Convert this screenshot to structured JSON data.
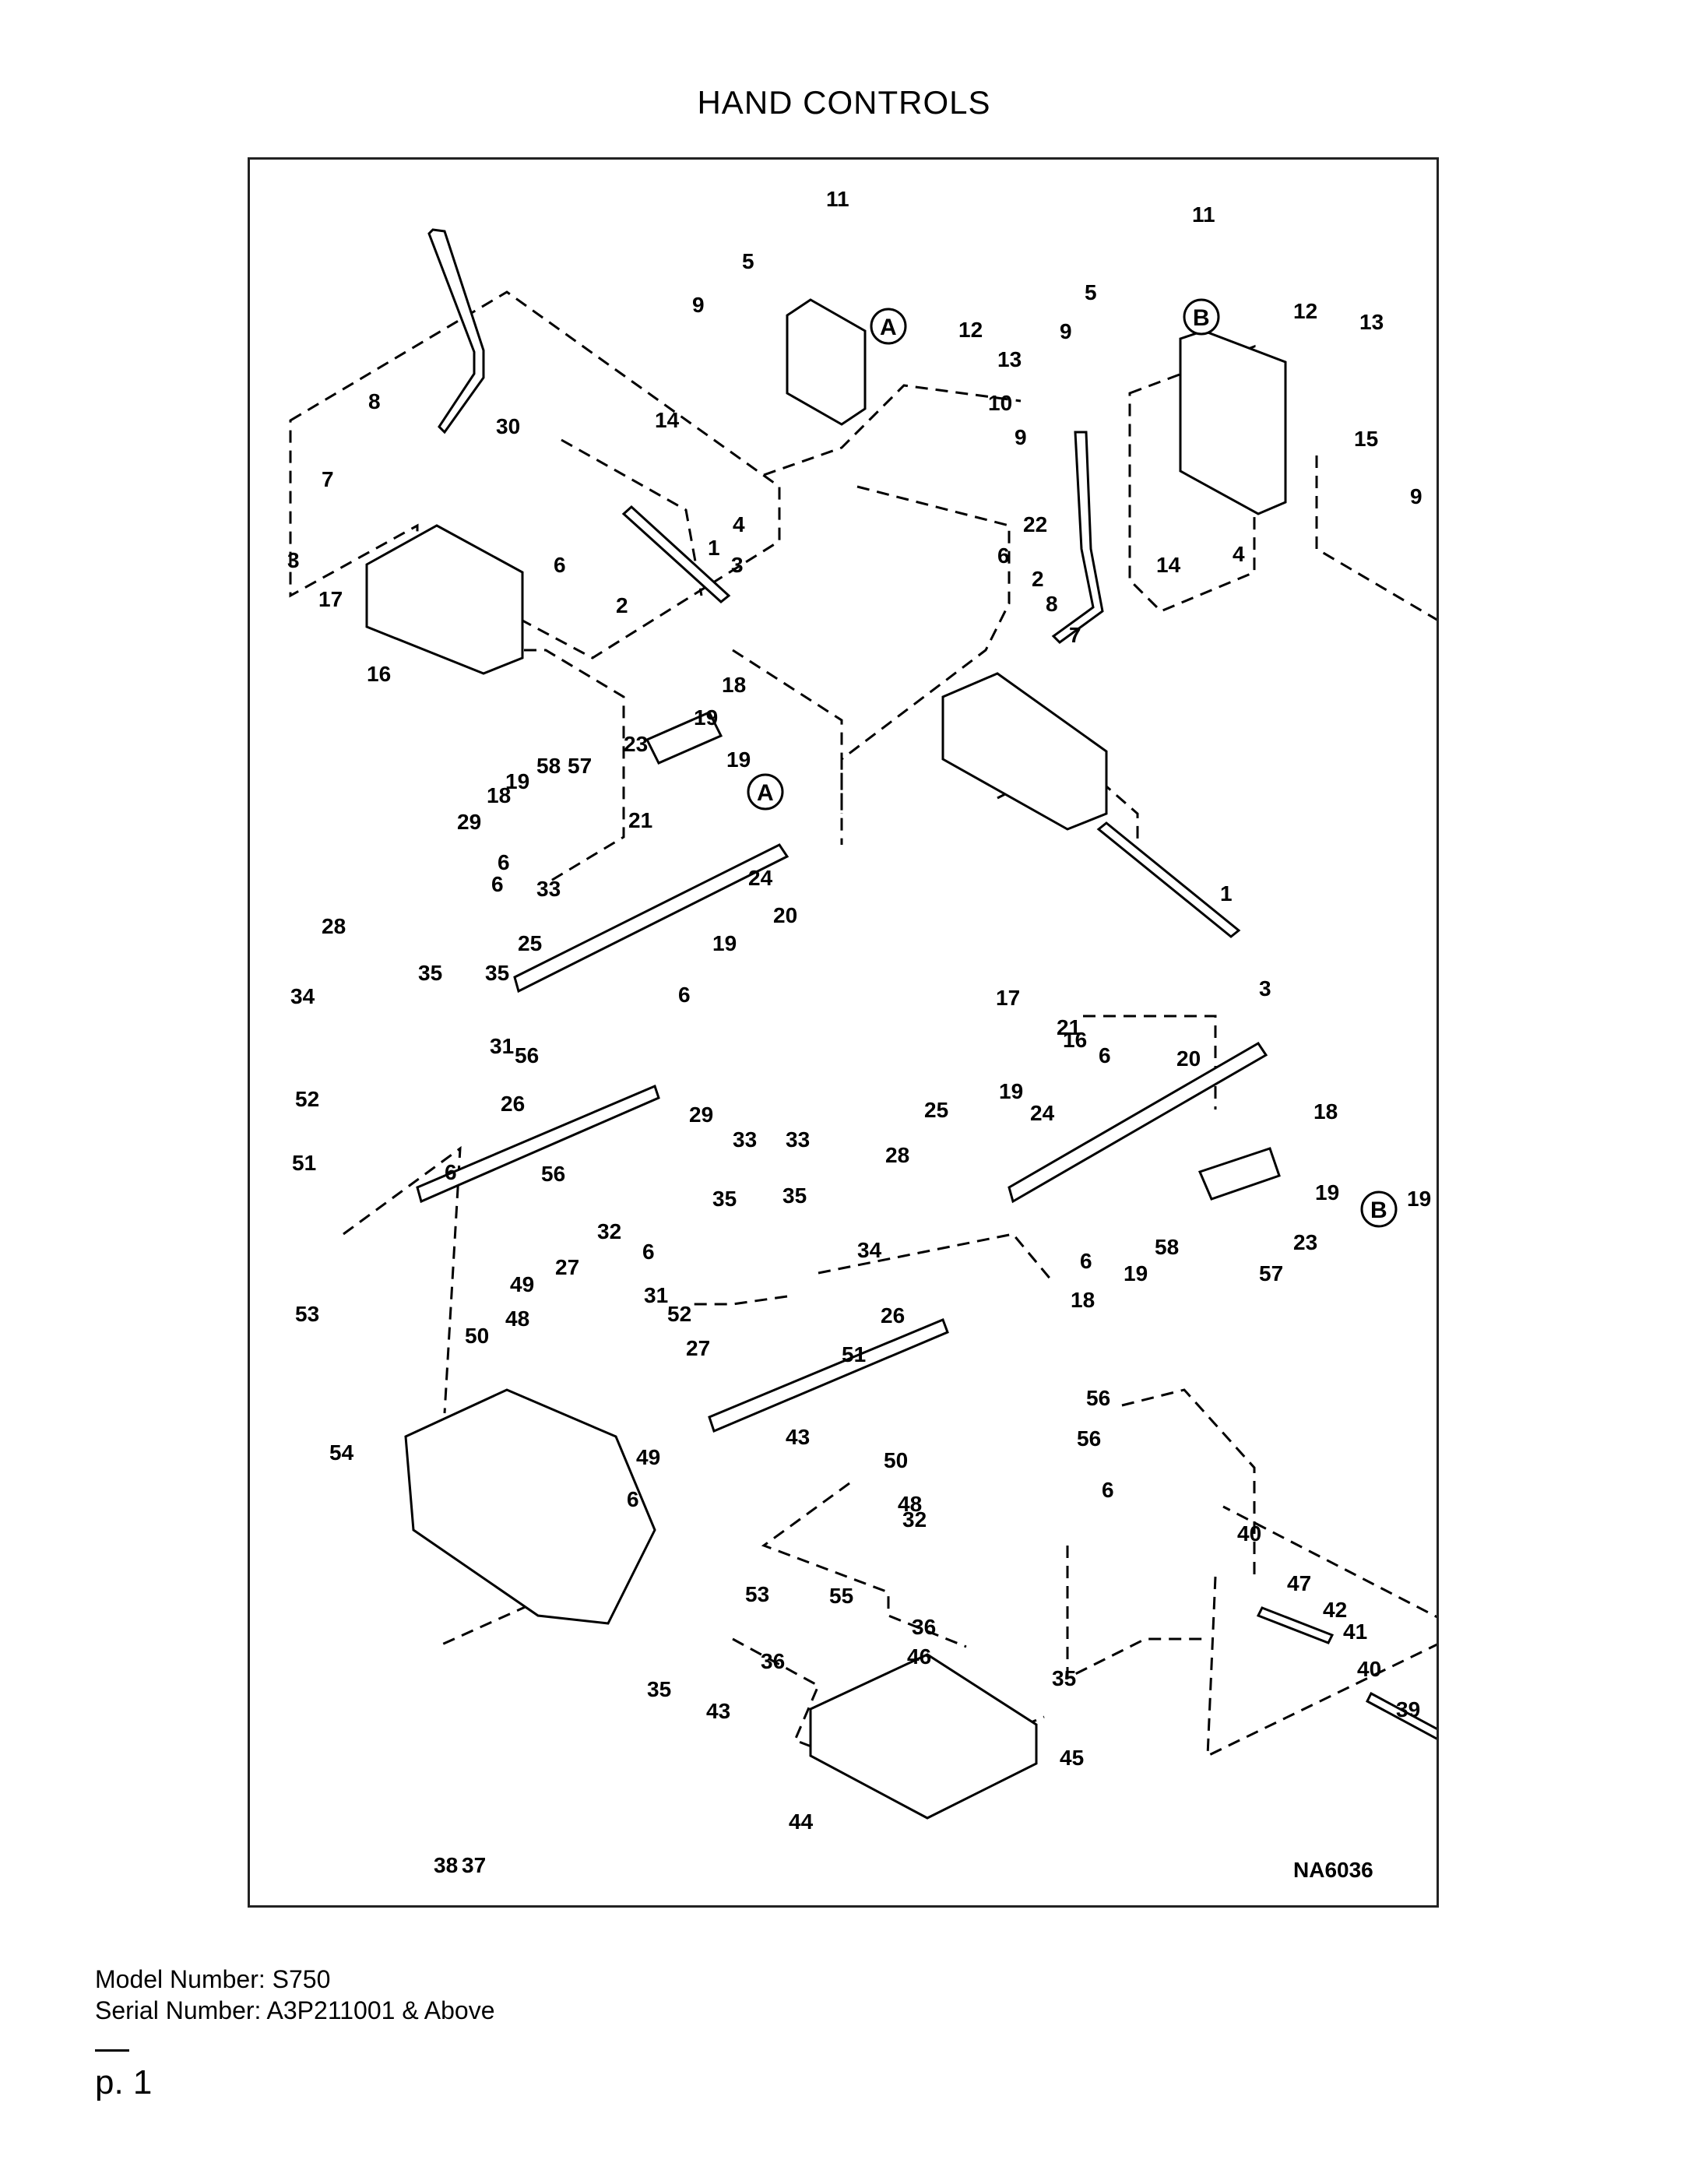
{
  "title": "HAND CONTROLS",
  "diagram": {
    "figure_id": "NA6036",
    "ref_markers": [
      "A",
      "B"
    ],
    "callouts": [
      {
        "n": "11"
      },
      {
        "n": "5"
      },
      {
        "n": "9"
      },
      {
        "n": "12"
      },
      {
        "n": "13"
      },
      {
        "n": "10"
      },
      {
        "n": "9"
      },
      {
        "n": "14"
      },
      {
        "n": "4"
      },
      {
        "n": "30"
      },
      {
        "n": "8"
      },
      {
        "n": "7"
      },
      {
        "n": "3"
      },
      {
        "n": "17"
      },
      {
        "n": "16"
      },
      {
        "n": "6"
      },
      {
        "n": "2"
      },
      {
        "n": "1"
      },
      {
        "n": "3"
      },
      {
        "n": "11"
      },
      {
        "n": "5"
      },
      {
        "n": "9"
      },
      {
        "n": "12"
      },
      {
        "n": "13"
      },
      {
        "n": "15"
      },
      {
        "n": "9"
      },
      {
        "n": "22"
      },
      {
        "n": "14"
      },
      {
        "n": "4"
      },
      {
        "n": "6"
      },
      {
        "n": "2"
      },
      {
        "n": "8"
      },
      {
        "n": "7"
      },
      {
        "n": "18"
      },
      {
        "n": "19"
      },
      {
        "n": "23"
      },
      {
        "n": "19"
      },
      {
        "n": "58"
      },
      {
        "n": "57"
      },
      {
        "n": "19"
      },
      {
        "n": "18"
      },
      {
        "n": "21"
      },
      {
        "n": "29"
      },
      {
        "n": "6"
      },
      {
        "n": "24"
      },
      {
        "n": "20"
      },
      {
        "n": "33"
      },
      {
        "n": "6"
      },
      {
        "n": "28"
      },
      {
        "n": "25"
      },
      {
        "n": "19"
      },
      {
        "n": "35"
      },
      {
        "n": "35"
      },
      {
        "n": "34"
      },
      {
        "n": "31"
      },
      {
        "n": "6"
      },
      {
        "n": "17"
      },
      {
        "n": "16"
      },
      {
        "n": "1"
      },
      {
        "n": "3"
      },
      {
        "n": "56"
      },
      {
        "n": "52"
      },
      {
        "n": "26"
      },
      {
        "n": "51"
      },
      {
        "n": "6"
      },
      {
        "n": "56"
      },
      {
        "n": "32"
      },
      {
        "n": "29"
      },
      {
        "n": "33"
      },
      {
        "n": "33"
      },
      {
        "n": "28"
      },
      {
        "n": "35"
      },
      {
        "n": "35"
      },
      {
        "n": "6"
      },
      {
        "n": "34"
      },
      {
        "n": "31"
      },
      {
        "n": "27"
      },
      {
        "n": "49"
      },
      {
        "n": "48"
      },
      {
        "n": "53"
      },
      {
        "n": "50"
      },
      {
        "n": "52"
      },
      {
        "n": "26"
      },
      {
        "n": "51"
      },
      {
        "n": "21"
      },
      {
        "n": "6"
      },
      {
        "n": "20"
      },
      {
        "n": "19"
      },
      {
        "n": "24"
      },
      {
        "n": "25"
      },
      {
        "n": "18"
      },
      {
        "n": "19"
      },
      {
        "n": "19"
      },
      {
        "n": "23"
      },
      {
        "n": "57"
      },
      {
        "n": "58"
      },
      {
        "n": "19"
      },
      {
        "n": "18"
      },
      {
        "n": "6"
      },
      {
        "n": "56"
      },
      {
        "n": "56"
      },
      {
        "n": "6"
      },
      {
        "n": "27"
      },
      {
        "n": "54"
      },
      {
        "n": "43"
      },
      {
        "n": "50"
      },
      {
        "n": "48"
      },
      {
        "n": "49"
      },
      {
        "n": "6"
      },
      {
        "n": "32"
      },
      {
        "n": "53"
      },
      {
        "n": "55"
      },
      {
        "n": "36"
      },
      {
        "n": "36"
      },
      {
        "n": "46"
      },
      {
        "n": "35"
      },
      {
        "n": "35"
      },
      {
        "n": "43"
      },
      {
        "n": "45"
      },
      {
        "n": "44"
      },
      {
        "n": "40"
      },
      {
        "n": "47"
      },
      {
        "n": "42"
      },
      {
        "n": "41"
      },
      {
        "n": "40"
      },
      {
        "n": "39"
      },
      {
        "n": "38"
      },
      {
        "n": "37"
      }
    ]
  },
  "footer": {
    "model": "Model Number: S750",
    "serial": "Serial Number: A3P211001 & Above",
    "page": "p. 1"
  }
}
